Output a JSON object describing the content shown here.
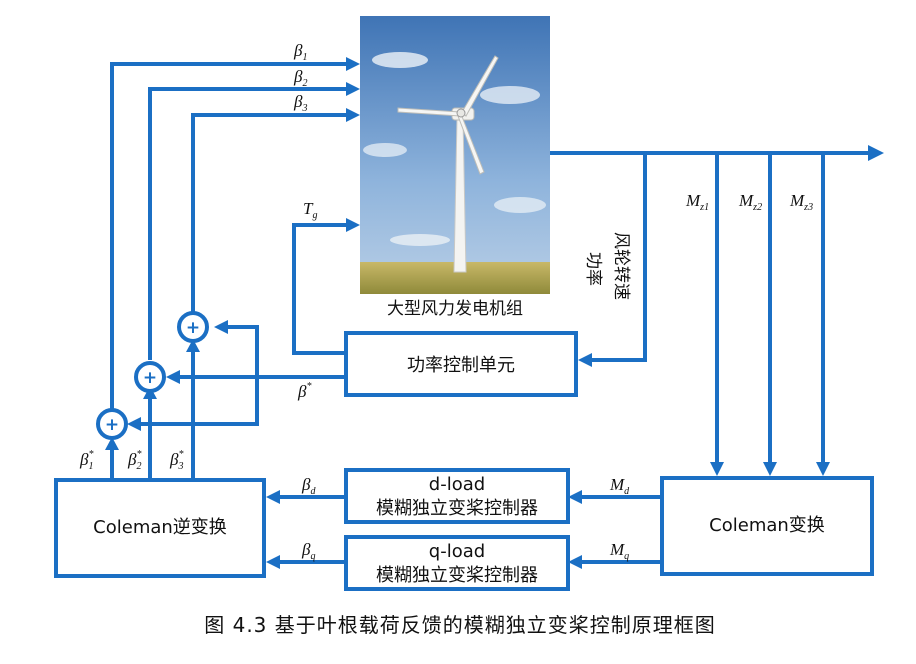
{
  "image_label": "大型风力发电机组",
  "caption": "图 4.3  基于叶根载荷反馈的模糊独立变桨控制原理框图",
  "blocks": {
    "power_control": "功率控制单元",
    "coleman_inverse": "Coleman逆变换",
    "coleman": "Coleman变换",
    "d_load_line1": "d-load",
    "d_load_line2": "模糊独立变桨控制器",
    "q_load_line1": "q-load",
    "q_load_line2": "模糊独立变桨控制器"
  },
  "signals": {
    "beta1": "β",
    "beta1_sub": "1",
    "beta2": "β",
    "beta2_sub": "2",
    "beta3": "β",
    "beta3_sub": "3",
    "tg": "T",
    "tg_sub": "g",
    "mz1": "M",
    "mz1_sub": "z1",
    "mz2": "M",
    "mz2_sub": "z2",
    "mz3": "M",
    "mz3_sub": "z3",
    "feedback_line1": "功率",
    "feedback_line2": "风轮转速",
    "beta_star": "β",
    "beta_star_sup": "*",
    "beta1_star": "β",
    "beta1_star_sub": "1",
    "beta1_star_sup": "*",
    "beta2_star": "β",
    "beta2_star_sub": "2",
    "beta2_star_sup": "*",
    "beta3_star": "β",
    "beta3_star_sub": "3",
    "beta3_star_sup": "*",
    "beta_d": "β",
    "beta_d_sub": "d",
    "beta_q": "β",
    "beta_q_sub": "q",
    "md": "M",
    "md_sub": "d",
    "mq": "M",
    "mq_sub": "q"
  },
  "sum_symbol": "+",
  "colors": {
    "wire": "#1b6fc4",
    "sky": "#6f9fd0",
    "field": "#b8a24a"
  }
}
